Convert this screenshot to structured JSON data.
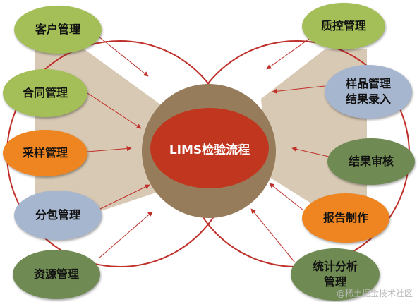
{
  "center": {
    "label": "LIMS检验流程"
  },
  "colors": {
    "green": "#a4bf57",
    "dark_green": "#6f8a52",
    "blue": "#a7b6cf",
    "orange": "#ee8521",
    "red_circle": "#c0302a",
    "beige_band": "#d8c9b4",
    "outer_disk": "#977c5c",
    "inner_disk": "#c1361f"
  },
  "nodes": [
    {
      "id": "kehu",
      "label": "客户管理",
      "color": "green"
    },
    {
      "id": "hetong",
      "label": "合同管理",
      "color": "green"
    },
    {
      "id": "caiyang",
      "label": "采样管理",
      "color": "orange"
    },
    {
      "id": "fenbao",
      "label": "分包管理",
      "color": "blue"
    },
    {
      "id": "ziyuan",
      "label": "资源管理",
      "color": "dark_green"
    },
    {
      "id": "zhikong",
      "label": "质控管理",
      "color": "green"
    },
    {
      "id": "yangpin",
      "label": "样品管理\n结果录入",
      "color": "blue"
    },
    {
      "id": "jieguo",
      "label": "结果审核",
      "color": "dark_green"
    },
    {
      "id": "baogao",
      "label": "报告制作",
      "color": "orange"
    },
    {
      "id": "tongji",
      "label": "统计分析\n管理",
      "color": "dark_green"
    }
  ],
  "watermark": "@稀土掘金技术社区"
}
